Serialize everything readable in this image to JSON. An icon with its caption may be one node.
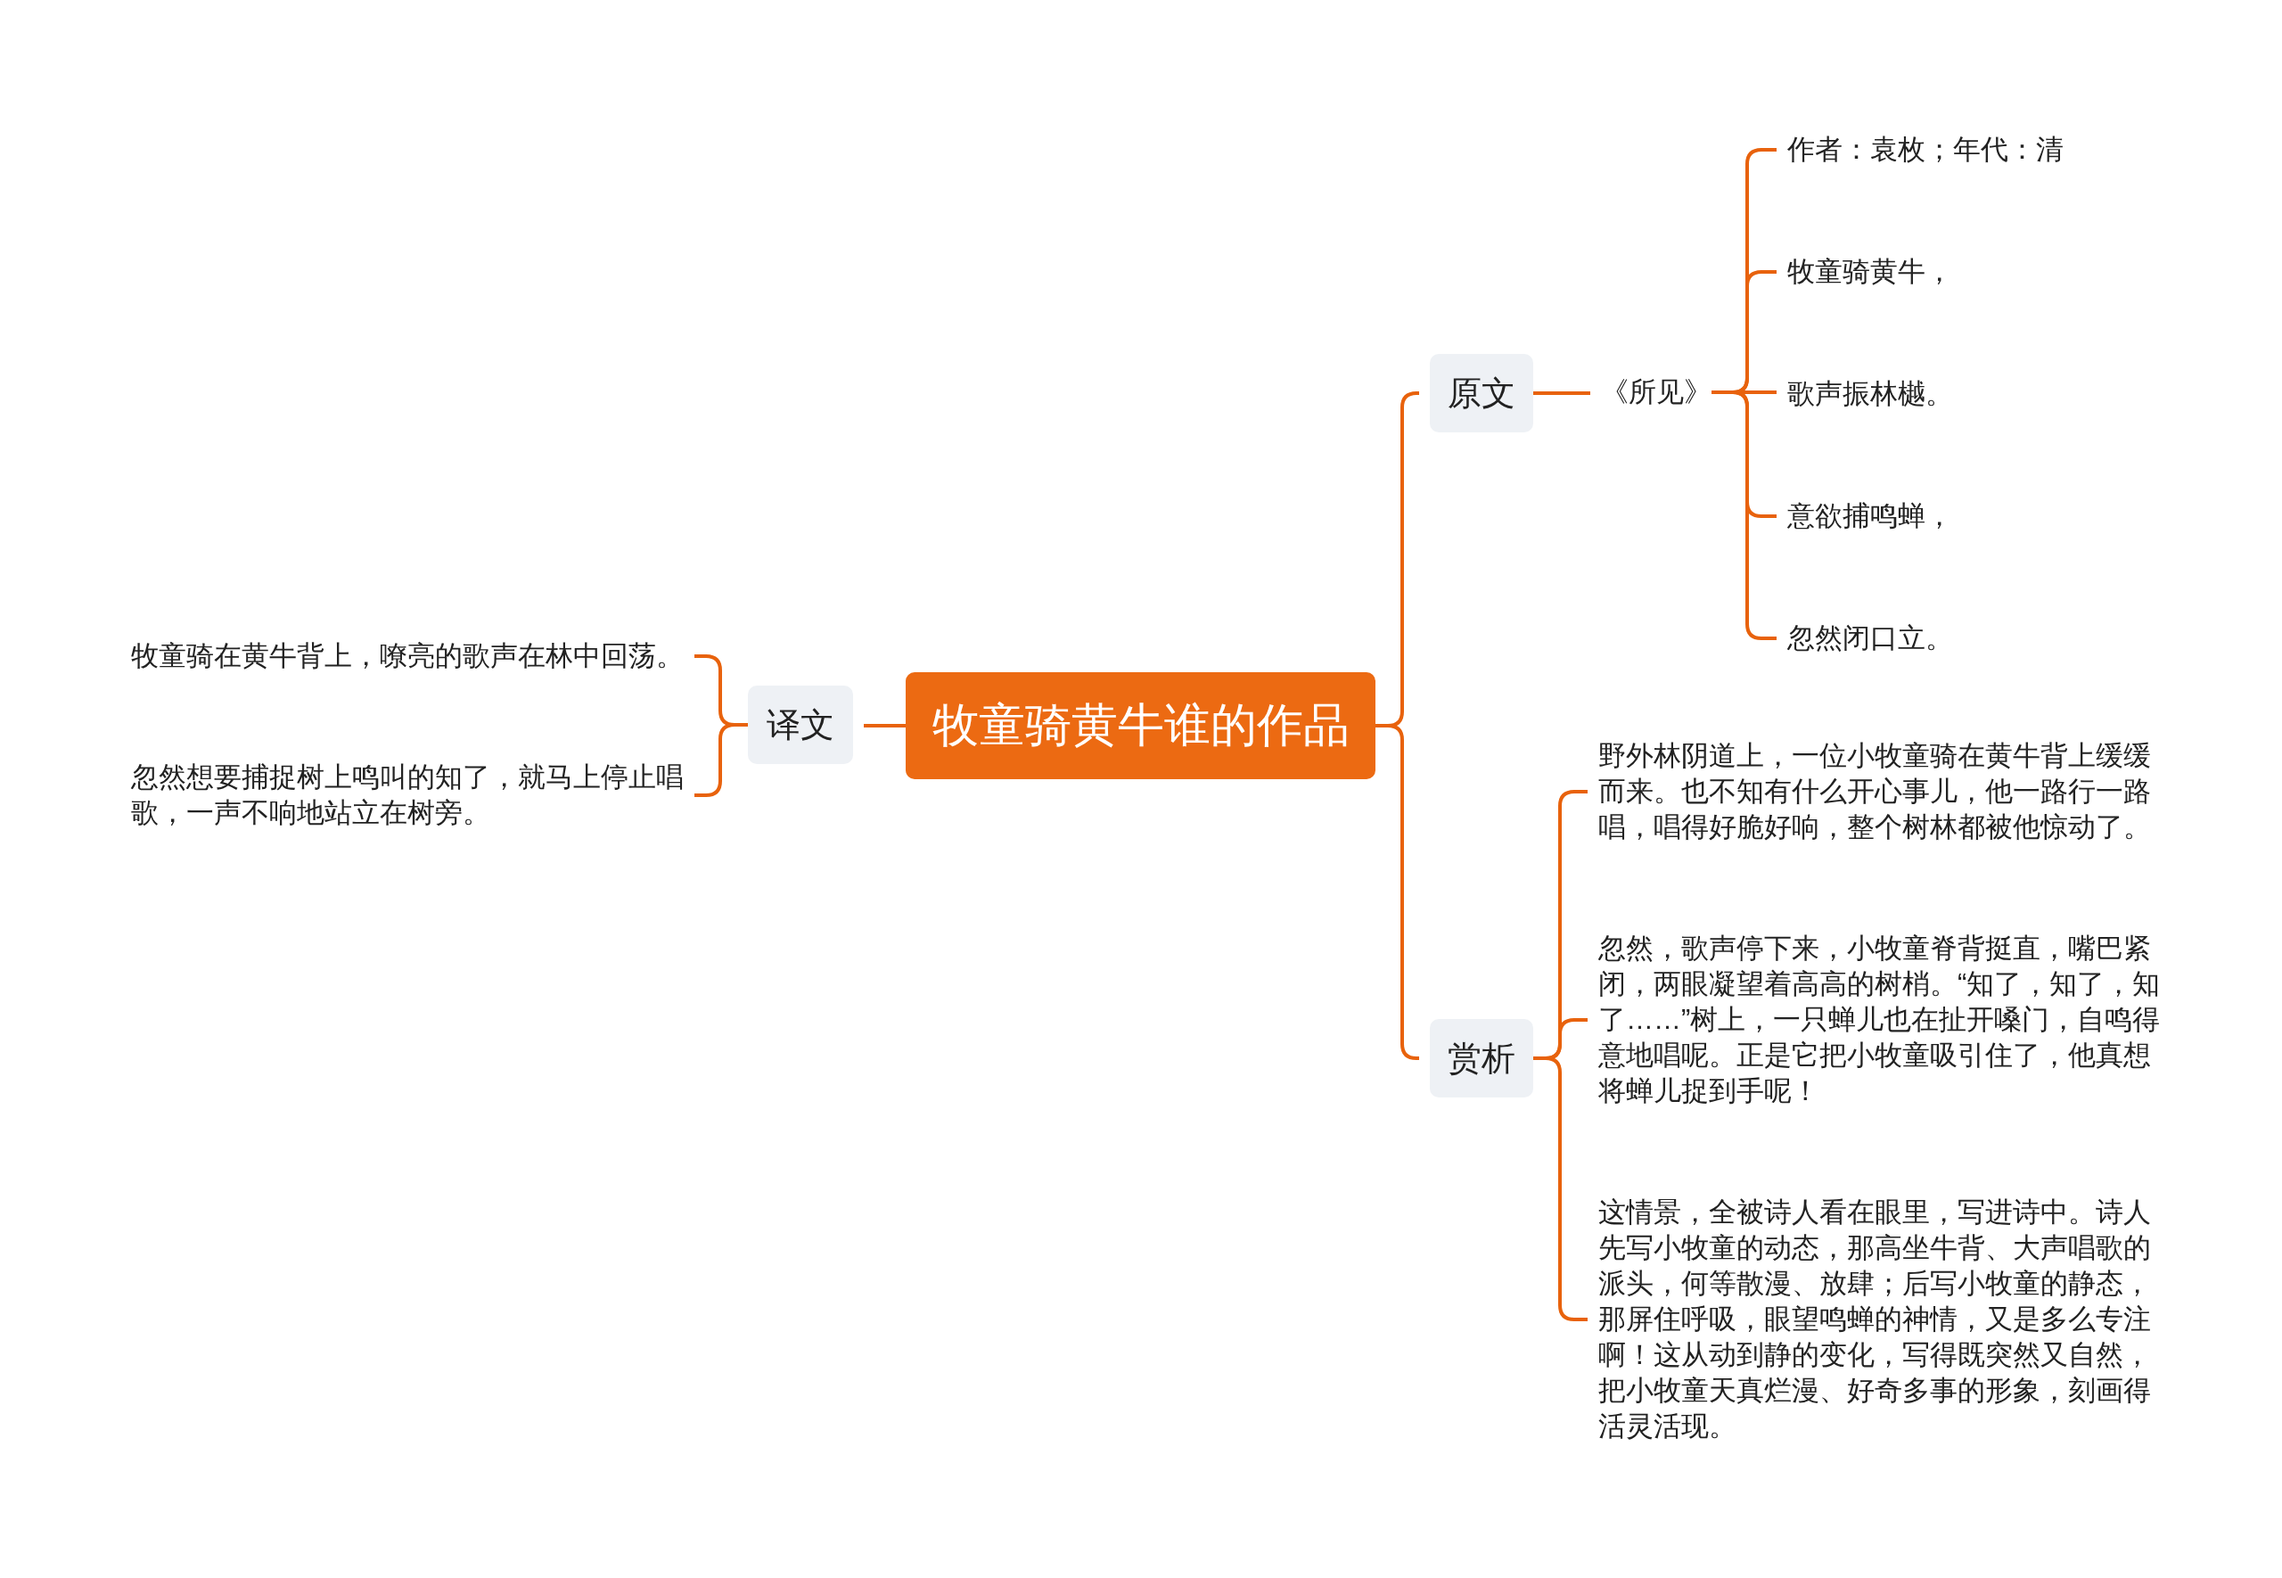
{
  "diagram": {
    "nodes": [
      {
        "text": [
          "牧童骑黄牛谁的作品"
        ]
      },
      {
        "text": [
          "原文"
        ]
      },
      {
        "text": [
          "《所见》"
        ]
      },
      {
        "text": [
          "作者：袁枚；年代：清"
        ]
      },
      {
        "text": [
          "牧童骑黄牛，"
        ]
      },
      {
        "text": [
          "歌声振林樾。"
        ]
      },
      {
        "text": [
          "意欲捕鸣蝉，"
        ]
      },
      {
        "text": [
          "忽然闭口立。"
        ]
      },
      {
        "text": [
          "赏析"
        ]
      },
      {
        "text": [
          "野外林阴道上，一位小牧童骑在黄牛背上缓缓而来。也不知有什么开心事儿，他一路行一路唱，唱得好脆好响，整个树林都被他惊动了。"
        ]
      },
      {
        "text": [
          "忽然，歌声停下来，小牧童脊背挺直，嘴巴紧闭，两眼凝望着高高的树梢。“知了，知了，知了……”树上，一只蝉儿也在扯开嗓门，自鸣得意地唱呢。正是它把小牧童吸引住了，他真想将蝉儿捉到手呢！"
        ]
      },
      {
        "text": [
          "这情景，全被诗人看在眼里，写进诗中。诗人先写小牧童的动态，那高坐牛背、大声唱歌的派头，何等散漫、放肆；后写小牧童的静态，那屏住呼吸，眼望鸣蝉的神情，又是多么专注啊！这从动到静的变化，写得既突然又自然，把小牧童天真烂漫、好奇多事的形象，刻画得活灵活现。"
        ]
      },
      {
        "text": [
          "译文"
        ]
      },
      {
        "text": [
          "牧童骑在黄牛背上，嘹亮的歌声在林中回荡。"
        ]
      },
      {
        "text": [
          "忽然想要捕捉树上鸣叫的知了，就马上停止唱歌，一声不响地站立在树旁。"
        ]
      }
    ],
    "edges": [
      {
        "from": 0,
        "to": 1,
        "arrow": "none"
      },
      {
        "from": 1,
        "to": 2,
        "arrow": "none"
      },
      {
        "from": 2,
        "to": 3,
        "arrow": "none"
      },
      {
        "from": 2,
        "to": 4,
        "arrow": "none"
      },
      {
        "from": 2,
        "to": 5,
        "arrow": "none"
      },
      {
        "from": 2,
        "to": 6,
        "arrow": "none"
      },
      {
        "from": 2,
        "to": 7,
        "arrow": "none"
      },
      {
        "from": 0,
        "to": 8,
        "arrow": "none"
      },
      {
        "from": 8,
        "to": 9,
        "arrow": "none"
      },
      {
        "from": 8,
        "to": 10,
        "arrow": "none"
      },
      {
        "from": 8,
        "to": 11,
        "arrow": "none"
      },
      {
        "from": 0,
        "to": 12,
        "arrow": "none"
      },
      {
        "from": 12,
        "to": 13,
        "arrow": "none"
      },
      {
        "from": 12,
        "to": 14,
        "arrow": "none"
      }
    ]
  }
}
